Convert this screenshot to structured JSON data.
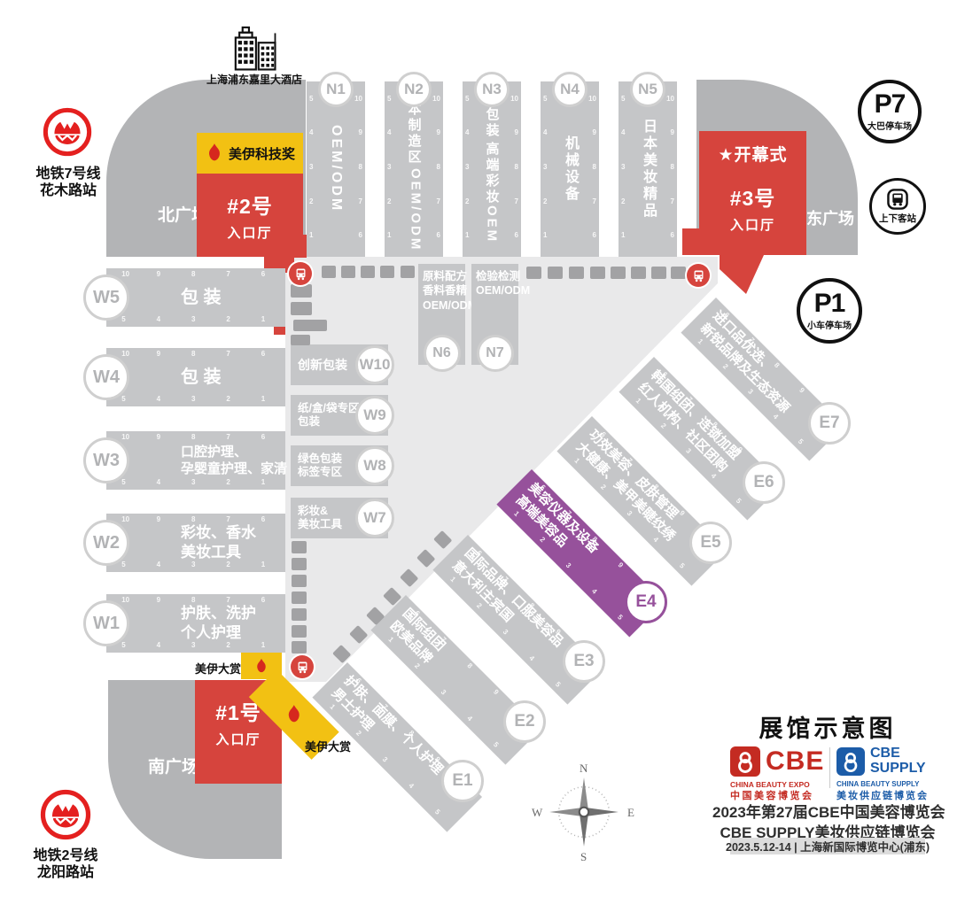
{
  "colors": {
    "hall_gray": "#c5c6c8",
    "corridor_gray": "#e9e9ea",
    "plaza_gray": "#b3b4b6",
    "entrance_red": "#d6443d",
    "metro_red": "#e4201f",
    "award_yellow": "#f2c113",
    "highlight_purple": "#96519b",
    "tag_gray": "#a2a2a4",
    "badge_text_gray": "#b2b3b5",
    "badge_border_gray": "#cfcfcf",
    "cbe_red": "#c42b22",
    "cbe_blue": "#1c5ca8"
  },
  "landmarks": {
    "hotel_label": "上海浦东嘉里大酒店",
    "metro7_line": "地铁7号线",
    "metro7_station": "花木路站",
    "metro2_line": "地铁2号线",
    "metro2_station": "龙阳路站",
    "north_plaza": "北广场",
    "east_plaza": "东广场",
    "south_plaza": "南广场",
    "p7_code": "P7",
    "p7_label": "大巴停车场",
    "p1_code": "P1",
    "p1_label": "小车停车场",
    "passenger_label": "上下客站"
  },
  "entrances": {
    "e2_title": "#2号",
    "e2_subtitle": "入口厅",
    "e3_title": "#3号",
    "e3_subtitle": "入口厅",
    "e3_flag": "★开幕式",
    "e1_title": "#1号",
    "e1_subtitle": "入口厅"
  },
  "awards": {
    "tech": "美伊科技奖",
    "grand": "美伊大赏"
  },
  "halls": {
    "n": [
      {
        "code": "N1",
        "lines": [
          "OEM/ODM"
        ]
      },
      {
        "code": "N2",
        "lines": [
          "日本制造区",
          "OEM/ODM"
        ]
      },
      {
        "code": "N3",
        "lines": [
          "&包装",
          "高端彩妆OEM"
        ]
      },
      {
        "code": "N4",
        "lines": [
          "机械设备"
        ]
      },
      {
        "code": "N5",
        "lines": [
          "日本美妆精品"
        ]
      }
    ],
    "w": [
      {
        "code": "W5",
        "lines": [
          "包 装"
        ]
      },
      {
        "code": "W4",
        "lines": [
          "包 装"
        ]
      },
      {
        "code": "W3",
        "lines": [
          "口腔护理、",
          "孕婴童护理、家清"
        ]
      },
      {
        "code": "W2",
        "lines": [
          "彩妆、香水",
          "美妆工具"
        ]
      },
      {
        "code": "W1",
        "lines": [
          "护肤、洗护",
          "个人护理"
        ]
      }
    ],
    "wz": [
      {
        "code": "W10",
        "lines": [
          "创新包装"
        ]
      },
      {
        "code": "W9",
        "lines": [
          "纸/盒/袋专区",
          "包装"
        ]
      },
      {
        "code": "W8",
        "lines": [
          "绿色包装",
          "标签专区"
        ]
      },
      {
        "code": "W7",
        "lines": [
          "彩妆&",
          "美妆工具"
        ]
      }
    ],
    "nz": [
      {
        "code": "N6",
        "lines": [
          "原料配方",
          "香料香精",
          "OEM/ODM"
        ]
      },
      {
        "code": "N7",
        "lines": [
          "检验检测",
          "OEM/ODM"
        ]
      }
    ],
    "e": [
      {
        "code": "E1",
        "lines": [
          "护肤、面膜、个人护理",
          "男士护理"
        ]
      },
      {
        "code": "E2",
        "lines": [
          "国际组团",
          "欧美品牌"
        ]
      },
      {
        "code": "E3",
        "lines": [
          "国际品牌、口服美容品",
          "意大利主宾国"
        ]
      },
      {
        "code": "E4",
        "lines": [
          "美容仪器及设备",
          "高端美容品"
        ],
        "highlight": true
      },
      {
        "code": "E5",
        "lines": [
          "功效美容、皮肤管理",
          "大健康、美甲美睫纹绣"
        ]
      },
      {
        "code": "E6",
        "lines": [
          "韩国组团、连锁加盟",
          "红人机构、社区团购"
        ]
      },
      {
        "code": "E7",
        "lines": [
          "进口品优选、",
          "新锐品牌及生态资源"
        ]
      }
    ]
  },
  "numbers": {
    "v_left": [
      "5",
      "4",
      "3",
      "2",
      "1"
    ],
    "v_right": [
      "10",
      "9",
      "8",
      "7",
      "6"
    ],
    "h_top": [
      "10",
      "9",
      "8",
      "7",
      "6"
    ],
    "h_bottom": [
      "5",
      "4",
      "3",
      "2",
      "1"
    ],
    "d_top": [
      "6",
      "7",
      "8",
      "9",
      "10"
    ],
    "d_bottom": [
      "1",
      "2",
      "3",
      "4",
      "5"
    ]
  },
  "compass": {
    "n": "N",
    "e": "E",
    "s": "S",
    "w": "W"
  },
  "info": {
    "title": "展馆示意图",
    "cbe_name": "CBE",
    "cbe_en": "CHINA BEAUTY EXPO",
    "cbe_cn": "中国美容博览会",
    "supply_name1": "CBE",
    "supply_name2": "SUPPLY",
    "supply_en": "CHINA BEAUTY SUPPLY",
    "supply_cn": "美妆供应链博览会",
    "line1": "2023年第27届CBE中国美容博览会",
    "line2": "CBE SUPPLY美妆供应链博览会",
    "date_venue": "2023.5.12-14 | 上海新国际博览中心(浦东)"
  }
}
